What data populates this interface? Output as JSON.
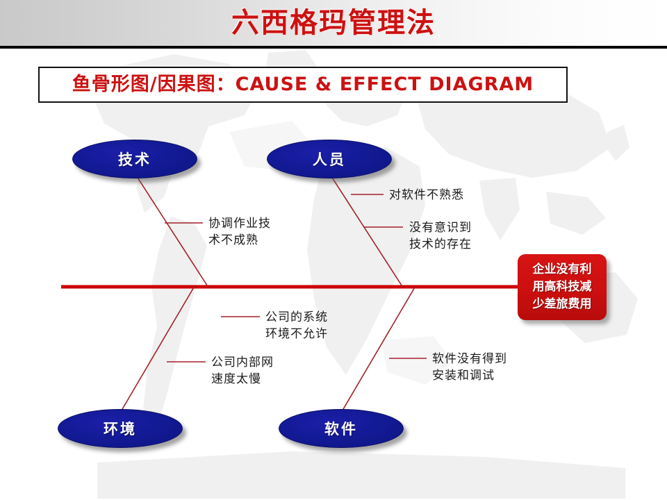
{
  "header": {
    "title": "六西格玛管理法",
    "title_color": "#cc1111",
    "band_gradient_from": "#c9c9c9",
    "band_gradient_to": "#ffffff"
  },
  "subtitle": {
    "text": "鱼骨形图/因果图：CAUSE & EFFECT DIAGRAM",
    "color": "#cc1111",
    "border_color": "#111111"
  },
  "diagram": {
    "type": "fishbone",
    "spine_color": "#cc0000",
    "bone_color": "#a31f2a",
    "node_fill": "#131a96",
    "effect_fill": "#cc0f0f",
    "categories": [
      {
        "id": "technology",
        "label": "技术",
        "position": "top-left",
        "causes": [
          {
            "id": "cause-coordination",
            "lines": [
              "协调作业技",
              "术不成熟"
            ]
          }
        ]
      },
      {
        "id": "people",
        "label": "人员",
        "position": "top-right",
        "causes": [
          {
            "id": "cause-unfamiliar-software",
            "lines": [
              "对软件不熟悉"
            ]
          },
          {
            "id": "cause-unaware-technology",
            "lines": [
              "没有意识到",
              "技术的存在"
            ]
          }
        ]
      },
      {
        "id": "environment",
        "label": "环境",
        "position": "bottom-left",
        "causes": [
          {
            "id": "cause-system-environment",
            "lines": [
              "公司的系统",
              "环境不允许"
            ]
          },
          {
            "id": "cause-intranet-slow",
            "lines": [
              "公司内部网",
              "速度太慢"
            ]
          }
        ]
      },
      {
        "id": "software",
        "label": "软件",
        "position": "bottom-right",
        "causes": [
          {
            "id": "cause-not-installed",
            "lines": [
              "软件没有得到",
              "安装和调试"
            ]
          }
        ]
      }
    ],
    "effect": {
      "id": "effect",
      "lines": [
        "企业没有利",
        "用高科技减",
        "少差旅费用"
      ]
    }
  }
}
